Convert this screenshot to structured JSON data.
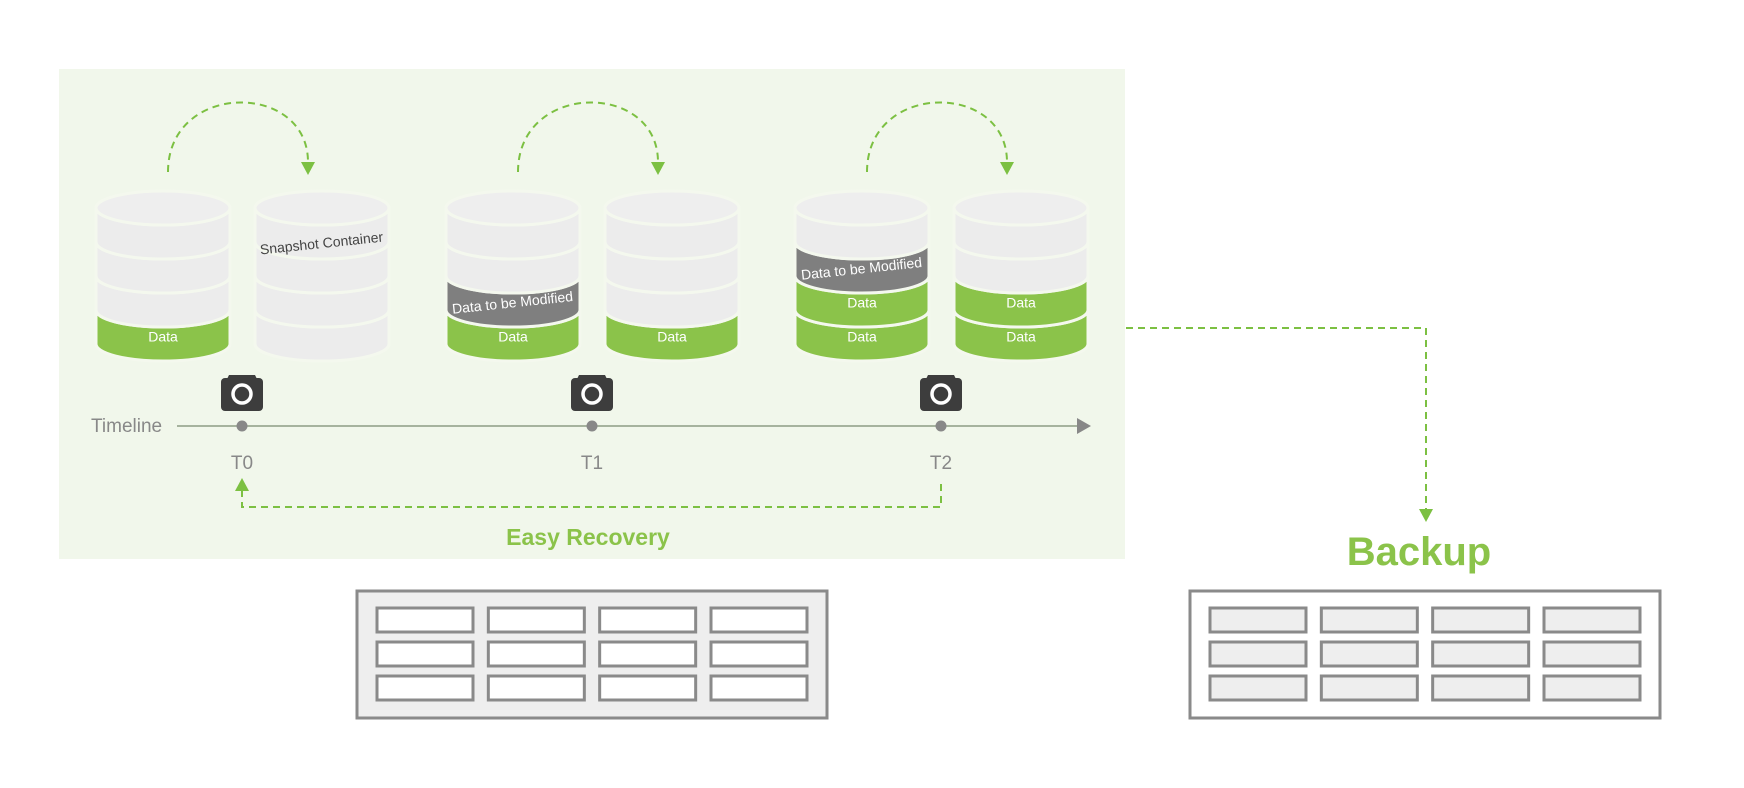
{
  "colors": {
    "panel_bg": "#f1f7eb",
    "accent_green": "#8bc34a",
    "arrow_green": "#7cc042",
    "cyl_empty": "#ececec",
    "cyl_sep": "#f4f8ee",
    "cyl_modified": "#7f7f7f",
    "camera": "#3d3d3d",
    "timeline": "#7a8a70",
    "timeline_dot": "#888888",
    "text_gray": "#888888",
    "server_border": "#8a8a8a",
    "server_fill_primary": "#eeeeee",
    "server_fill_backup": "#ffffff",
    "slot_fill_primary": "#ffffff",
    "slot_fill_backup": "#eeeeee"
  },
  "timeline": {
    "label": "Timeline",
    "points": [
      "T0",
      "T1",
      "T2"
    ]
  },
  "snapshots": [
    {
      "time": "T0",
      "source": {
        "bands": [
          "empty",
          "empty",
          "empty",
          "data"
        ],
        "labels": [
          "",
          "",
          "",
          "Data"
        ]
      },
      "snapshot": {
        "bands": [
          "empty",
          "empty",
          "empty",
          "empty"
        ],
        "labels": [
          "Snapshot Container",
          "",
          "",
          ""
        ],
        "label_band": 1
      }
    },
    {
      "time": "T1",
      "source": {
        "bands": [
          "empty",
          "empty",
          "modified",
          "data"
        ],
        "labels": [
          "",
          "",
          "Data to be Modified",
          "Data"
        ]
      },
      "snapshot": {
        "bands": [
          "empty",
          "empty",
          "empty",
          "data"
        ],
        "labels": [
          "",
          "",
          "",
          "Data"
        ]
      }
    },
    {
      "time": "T2",
      "source": {
        "bands": [
          "empty",
          "modified",
          "data",
          "data"
        ],
        "labels": [
          "",
          "Data to be Modified",
          "Data",
          "Data"
        ]
      },
      "snapshot": {
        "bands": [
          "empty",
          "empty",
          "data",
          "data"
        ],
        "labels": [
          "",
          "",
          "Data",
          "Data"
        ]
      }
    }
  ],
  "recovery": {
    "label": "Easy Recovery",
    "from": "T2",
    "to": "T0"
  },
  "backup": {
    "label": "Backup"
  },
  "servers": {
    "primary": {
      "rows": 3,
      "cols": 4
    },
    "backup": {
      "rows": 3,
      "cols": 4
    }
  }
}
